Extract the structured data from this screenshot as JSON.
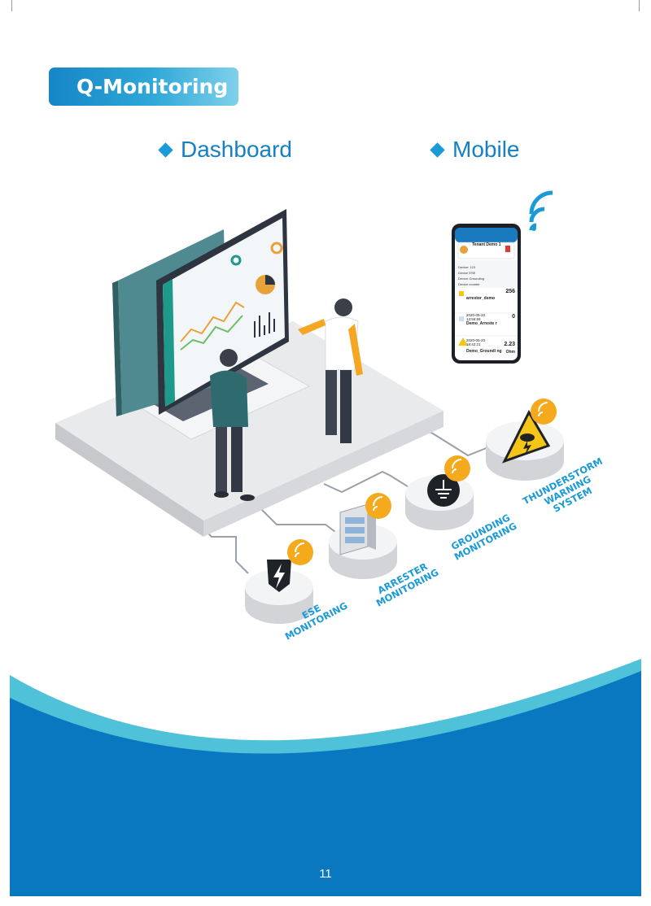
{
  "header": {
    "title": "Q-Monitoring"
  },
  "sections": {
    "dashboard": "Dashboard",
    "mobile": "Mobile"
  },
  "phone": {
    "tenant": "Tenant Demo 1",
    "rows": [
      {
        "name": "arrestor_demo",
        "value": "256",
        "date": "2020-05-20",
        "time": "13:56:59"
      },
      {
        "name": "Demo_Arreste r",
        "value": "0",
        "date": "2020-05-20",
        "time": "18:42:21"
      },
      {
        "name": "Demo_Groundi ng",
        "value": "2.23",
        "unit": "Ohm"
      }
    ],
    "summary": [
      "Device: 123",
      "Device ESE",
      "Device Grounding",
      "Device counter"
    ]
  },
  "monitors": [
    {
      "id": "ese",
      "label_lines": [
        "ESE",
        "MONITORING"
      ],
      "icon": "lightning-shield-icon"
    },
    {
      "id": "arrester",
      "label_lines": [
        "ARRESTER",
        "MONITORING"
      ],
      "icon": "electrical-cabinet-icon"
    },
    {
      "id": "grounding",
      "label_lines": [
        "GROUNDING",
        "MONITORING"
      ],
      "icon": "ground-symbol-icon"
    },
    {
      "id": "thunderstorm",
      "label_lines": [
        "THUNDERSTORM",
        "WARNING",
        "SYSTEM"
      ],
      "icon": "storm-warning-icon"
    }
  ],
  "page_number": "11",
  "colors": {
    "primary": "#1580c4",
    "accent_light": "#4cc3dc",
    "wifi": "#f5a91d"
  }
}
